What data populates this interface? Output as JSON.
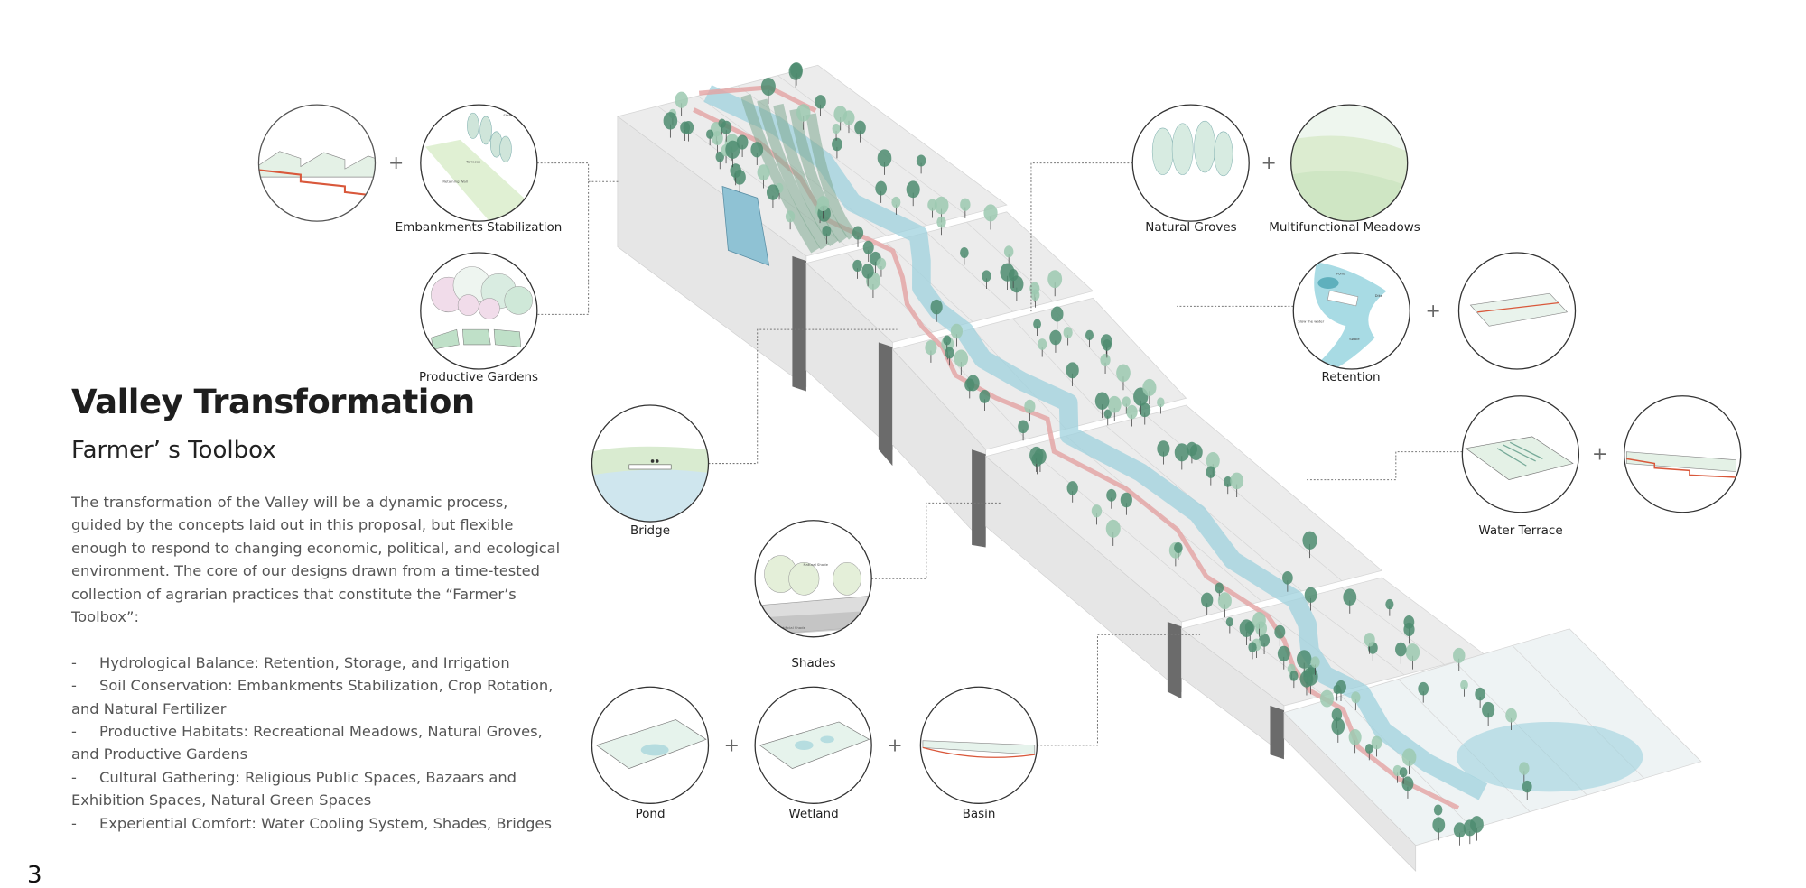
{
  "header": {
    "title": "Valley Transformation",
    "subtitle": "Farmer’ s Toolbox"
  },
  "body": {
    "paragraph_lines": [
      "The transformation of the Valley will be a dynamic process,",
      "guided by the concepts laid out in this proposal, but flexible",
      "enough to respond to changing economic, political, and ecological",
      "environment. The core of our designs drawn from a time-tested",
      "collection of agrarian practices that constitute the “Farmer’s",
      "Toolbox”:"
    ],
    "list": [
      {
        "dash": "-",
        "first": "Hydrological Balance: Retention, Storage, and Irrigation",
        "cont": ""
      },
      {
        "dash": "-",
        "first": "Soil Conservation: Embankments Stabilization, Crop Rotation,",
        "cont": "and Natural Fertilizer"
      },
      {
        "dash": "-",
        "first": "Productive Habitats: Recreational Meadows, Natural Groves,",
        "cont": "and Productive Gardens"
      },
      {
        "dash": "-",
        "first": "Cultural Gathering: Religious Public Spaces, Bazaars and",
        "cont": "Exhibition Spaces, Natural Green Spaces"
      },
      {
        "dash": "-",
        "first": "Experiential Comfort: Water Cooling System, Shades, Bridges",
        "cont": ""
      }
    ]
  },
  "page_number": "3",
  "toolbox": {
    "embankments": {
      "label": "Embankments Stabilization",
      "inner": [
        "Stabilization",
        "Terraces",
        "Retaining Wall"
      ]
    },
    "productive_gardens": {
      "label": "Productive Gardens"
    },
    "bridge": {
      "label": "Bridge"
    },
    "shades": {
      "label": "Shades",
      "inner": [
        "Natural Shade",
        "Artificial Shade"
      ]
    },
    "pond": {
      "label": "Pond"
    },
    "wetland": {
      "label": "Wetland"
    },
    "basin": {
      "label": "Basin"
    },
    "natural_groves": {
      "label": "Natural Groves"
    },
    "meadows": {
      "label": "Multifunctional Meadows"
    },
    "retention": {
      "label": "Retention",
      "inner": [
        "Pond",
        "Dike",
        "Slow the water",
        "Swale"
      ]
    },
    "water_terrace": {
      "label": "Water Terrace"
    },
    "plus": "+"
  },
  "colors": {
    "tree_dark": "#4e8c70",
    "tree_light": "#9cc9b0",
    "water": "#9fd2de",
    "path": "#e3a3a3",
    "wall": "#6b6b6b",
    "block_face": "#e6e6e6"
  }
}
